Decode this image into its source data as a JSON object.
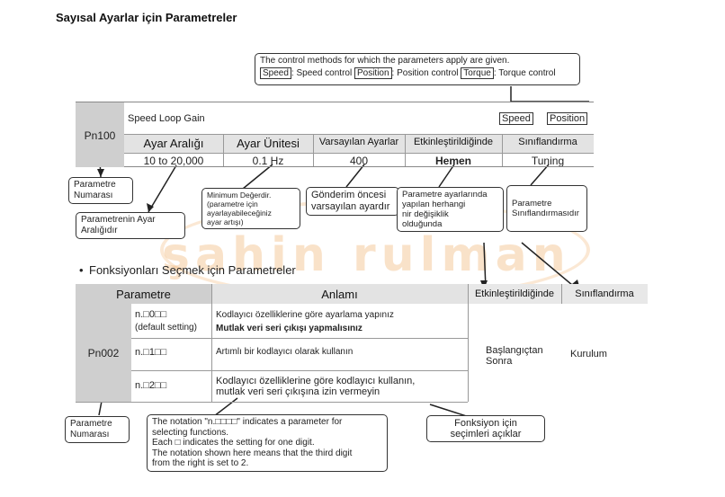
{
  "page_title": "Sayısal Ayarlar için Parametreler",
  "top_note": {
    "line1": "The control methods for which the parameters apply are given.",
    "speed_label": "Speed",
    "speed_text": ": Speed control",
    "position_label": "Position",
    "position_text": ": Position control",
    "torque_label": "Torque",
    "torque_text": ": Torque control"
  },
  "param1": {
    "number": "Pn100",
    "name": "Speed Loop Gain",
    "badge_speed": "Speed",
    "badge_position": "Position",
    "headers": [
      "Ayar Aralığı",
      "Ayar Ünitesi",
      "Varsayılan Ayarlar",
      "Etkinleştirildiğinde",
      "Sınıflandırma"
    ],
    "values": [
      "10 to 20,000",
      "0.1 Hz",
      "400",
      "Hemen",
      "Tuning"
    ]
  },
  "callouts1": {
    "param_number": "Parametre\nNumarası",
    "range": "Parametrenin Ayar\nAralığıdır",
    "unit": "Minimum Değerdir.\n(parametre için\nayarlayabileceğiniz\nayar artışı)",
    "default": "Gönderim öncesi\nvarsayılan ayardır",
    "enabled": "Parametre ayarlarında\nyapılan herhangi\nnir değişiklik\nolduğunda",
    "class": "Parametre\nSınıflandırmasıdır"
  },
  "watermark": "şahin rulman",
  "section2_title": "Fonksiyonları Seçmek için Parametreler",
  "param2": {
    "headers": [
      "Parametre",
      "Anlamı",
      "Etkinleştirildiğinde",
      "Sınıflandırma"
    ],
    "number": "Pn002",
    "rows": [
      {
        "code": "n.□0□□",
        "sub": "(default setting)",
        "meaning": "Kodlayıcı özelliklerine göre ayarlama yapınız",
        "meaning2": "Mutlak veri seri çıkışı yapmalısınız"
      },
      {
        "code": "n.□1□□",
        "sub": "",
        "meaning": "Artımlı bir kodlayıcı olarak kullanın",
        "meaning2": ""
      },
      {
        "code": "n.□2□□",
        "sub": "",
        "meaning": "Kodlayıcı özelliklerine göre kodlayıcı kullanın,",
        "meaning2": "mutlak veri seri çıkışına izin vermeyin"
      }
    ],
    "enabled": "Başlangıçtan\nSonra",
    "class": "Kurulum"
  },
  "callouts2": {
    "param_number": "Parametre\nNumarası",
    "notation": "The notation \"n.□□□□\" indicates a parameter for\nselecting functions.\nEach □ indicates the setting for one digit.\nThe notation shown here means that the third digit\nfrom the right is set to 2.",
    "functions": "Fonksiyon  için\nseçimleri açıklar"
  }
}
